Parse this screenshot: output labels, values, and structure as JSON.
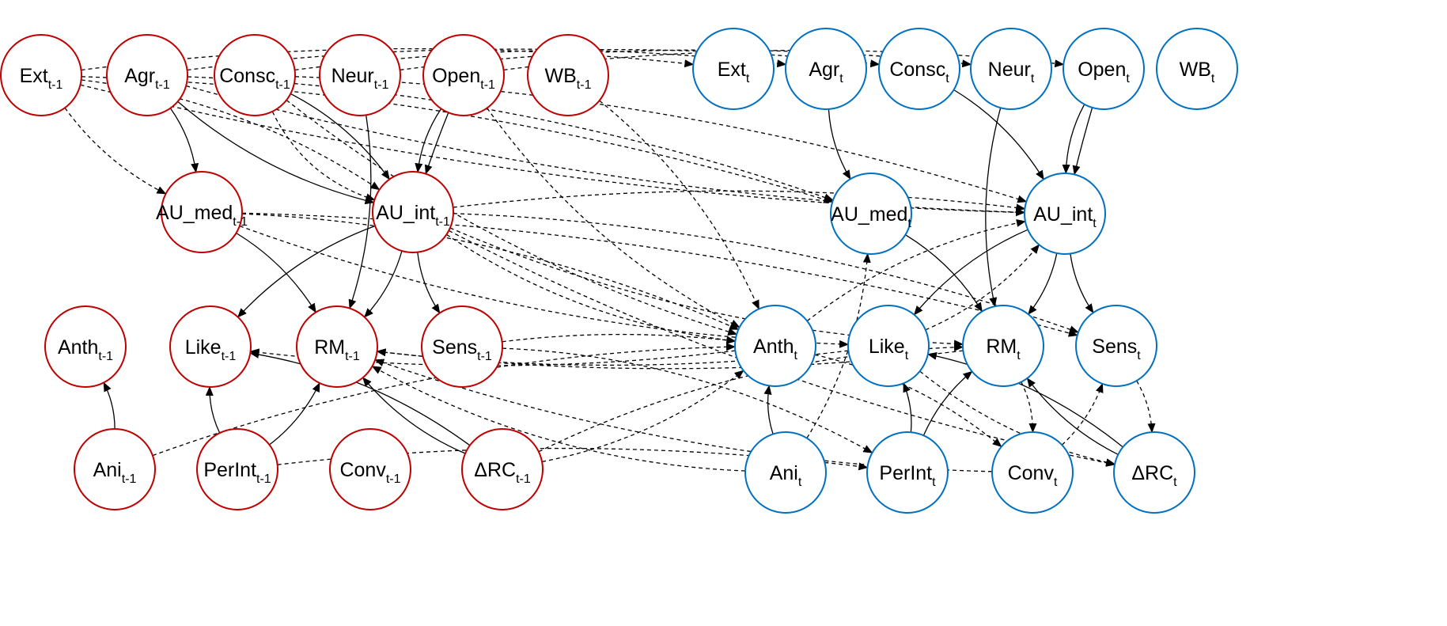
{
  "colors": {
    "t_minus_1": "#C00000",
    "t": "#0070C0",
    "edge": "#000000",
    "background": "#FFFFFF"
  },
  "nodes": [
    {
      "id": "ext_prev",
      "label": "Ext",
      "sub": "t-1",
      "group": "t_minus_1"
    },
    {
      "id": "agr_prev",
      "label": "Agr",
      "sub": "t-1",
      "group": "t_minus_1"
    },
    {
      "id": "consc_prev",
      "label": "Consc",
      "sub": "t-1",
      "group": "t_minus_1"
    },
    {
      "id": "neur_prev",
      "label": "Neur",
      "sub": "t-1",
      "group": "t_minus_1"
    },
    {
      "id": "open_prev",
      "label": "Open",
      "sub": "t-1",
      "group": "t_minus_1"
    },
    {
      "id": "wb_prev",
      "label": "WB",
      "sub": "t-1",
      "group": "t_minus_1"
    },
    {
      "id": "aumed_prev",
      "label": "AU_med",
      "sub": "t-1",
      "group": "t_minus_1"
    },
    {
      "id": "auint_prev",
      "label": "AU_int",
      "sub": "t-1",
      "group": "t_minus_1"
    },
    {
      "id": "anth_prev",
      "label": "Anth",
      "sub": "t-1",
      "group": "t_minus_1"
    },
    {
      "id": "like_prev",
      "label": "Like",
      "sub": "t-1",
      "group": "t_minus_1"
    },
    {
      "id": "rm_prev",
      "label": "RM",
      "sub": "t-1",
      "group": "t_minus_1"
    },
    {
      "id": "sens_prev",
      "label": "Sens",
      "sub": "t-1",
      "group": "t_minus_1"
    },
    {
      "id": "ani_prev",
      "label": "Ani",
      "sub": "t-1",
      "group": "t_minus_1"
    },
    {
      "id": "perint_prev",
      "label": "PerInt",
      "sub": "t-1",
      "group": "t_minus_1"
    },
    {
      "id": "conv_prev",
      "label": "Conv",
      "sub": "t-1",
      "group": "t_minus_1"
    },
    {
      "id": "drc_prev",
      "label": "ΔRC",
      "sub": "t-1",
      "group": "t_minus_1"
    },
    {
      "id": "ext_t",
      "label": "Ext",
      "sub": "t",
      "group": "t"
    },
    {
      "id": "agr_t",
      "label": "Agr",
      "sub": "t",
      "group": "t"
    },
    {
      "id": "consc_t",
      "label": "Consc",
      "sub": "t",
      "group": "t"
    },
    {
      "id": "neur_t",
      "label": "Neur",
      "sub": "t",
      "group": "t"
    },
    {
      "id": "open_t",
      "label": "Open",
      "sub": "t",
      "group": "t"
    },
    {
      "id": "wb_t",
      "label": "WB",
      "sub": "t",
      "group": "t"
    },
    {
      "id": "aumed_t",
      "label": "AU_med",
      "sub": "t",
      "group": "t"
    },
    {
      "id": "auint_t",
      "label": "AU_int",
      "sub": "t",
      "group": "t"
    },
    {
      "id": "anth_t",
      "label": "Anth",
      "sub": "t",
      "group": "t"
    },
    {
      "id": "like_t",
      "label": "Like",
      "sub": "t",
      "group": "t"
    },
    {
      "id": "rm_t",
      "label": "RM",
      "sub": "t",
      "group": "t"
    },
    {
      "id": "sens_t",
      "label": "Sens",
      "sub": "t",
      "group": "t"
    },
    {
      "id": "ani_t",
      "label": "Ani",
      "sub": "t",
      "group": "t"
    },
    {
      "id": "perint_t",
      "label": "PerInt",
      "sub": "t",
      "group": "t"
    },
    {
      "id": "conv_t",
      "label": "Conv",
      "sub": "t",
      "group": "t"
    },
    {
      "id": "drc_t",
      "label": "ΔRC",
      "sub": "t",
      "group": "t"
    }
  ],
  "edges": [
    {
      "from": "ext_prev",
      "to": "ext_t",
      "style": "dashed"
    },
    {
      "from": "agr_prev",
      "to": "agr_t",
      "style": "dashed"
    },
    {
      "from": "consc_prev",
      "to": "consc_t",
      "style": "dashed"
    },
    {
      "from": "neur_prev",
      "to": "neur_t",
      "style": "dashed"
    },
    {
      "from": "open_prev",
      "to": "open_t",
      "style": "dashed"
    },
    {
      "from": "agr_prev",
      "to": "aumed_prev",
      "style": "solid"
    },
    {
      "from": "agr_prev",
      "to": "auint_prev",
      "style": "solid"
    },
    {
      "from": "consc_prev",
      "to": "auint_prev",
      "style": "solid"
    },
    {
      "from": "open_prev",
      "to": "auint_prev",
      "style": "solid"
    },
    {
      "from": "open_prev",
      "to": "auint_prev",
      "style": "solid"
    },
    {
      "from": "ext_prev",
      "to": "aumed_prev",
      "style": "dashed"
    },
    {
      "from": "ext_prev",
      "to": "auint_prev",
      "style": "dashed"
    },
    {
      "from": "consc_prev",
      "to": "auint_prev",
      "style": "dashed"
    },
    {
      "from": "aumed_prev",
      "to": "rm_prev",
      "style": "solid"
    },
    {
      "from": "auint_prev",
      "to": "like_prev",
      "style": "solid"
    },
    {
      "from": "auint_prev",
      "to": "rm_prev",
      "style": "solid"
    },
    {
      "from": "auint_prev",
      "to": "sens_prev",
      "style": "solid"
    },
    {
      "from": "neur_prev",
      "to": "rm_prev",
      "style": "solid"
    },
    {
      "from": "ani_prev",
      "to": "anth_prev",
      "style": "solid"
    },
    {
      "from": "perint_prev",
      "to": "like_prev",
      "style": "solid"
    },
    {
      "from": "perint_prev",
      "to": "rm_prev",
      "style": "solid"
    },
    {
      "from": "drc_prev",
      "to": "rm_prev",
      "style": "solid"
    },
    {
      "from": "drc_prev",
      "to": "like_prev",
      "style": "solid"
    },
    {
      "from": "ext_prev",
      "to": "aumed_t",
      "style": "dashed"
    },
    {
      "from": "ext_prev",
      "to": "auint_t",
      "style": "dashed"
    },
    {
      "from": "agr_prev",
      "to": "aumed_t",
      "style": "dashed"
    },
    {
      "from": "agr_prev",
      "to": "auint_t",
      "style": "dashed"
    },
    {
      "from": "consc_prev",
      "to": "auint_t",
      "style": "dashed"
    },
    {
      "from": "open_prev",
      "to": "anth_t",
      "style": "dashed"
    },
    {
      "from": "wb_prev",
      "to": "anth_t",
      "style": "dashed"
    },
    {
      "from": "auint_prev",
      "to": "anth_t",
      "style": "dashed"
    },
    {
      "from": "auint_prev",
      "to": "auint_t",
      "style": "dashed"
    },
    {
      "from": "auint_prev",
      "to": "rm_t",
      "style": "dashed"
    },
    {
      "from": "aumed_prev",
      "to": "anth_t",
      "style": "dashed"
    },
    {
      "from": "aumed_prev",
      "to": "like_t",
      "style": "dashed"
    },
    {
      "from": "aumed_prev",
      "to": "sens_t",
      "style": "dashed"
    },
    {
      "from": "consc_prev",
      "to": "anth_t",
      "style": "dashed"
    },
    {
      "from": "auint_prev",
      "to": "sens_t",
      "style": "dashed"
    },
    {
      "from": "auint_prev",
      "to": "drc_t",
      "style": "dashed"
    },
    {
      "from": "anth_t",
      "to": "auint_t",
      "style": "dashed"
    },
    {
      "from": "anth_t",
      "to": "like_prev",
      "style": "dashed"
    },
    {
      "from": "anth_t",
      "to": "conv_t",
      "style": "dashed"
    },
    {
      "from": "like_t",
      "to": "auint_t",
      "style": "dashed"
    },
    {
      "from": "like_t",
      "to": "rm_prev",
      "style": "dashed"
    },
    {
      "from": "like_t",
      "to": "drc_t",
      "style": "dashed"
    },
    {
      "from": "rm_t",
      "to": "conv_t",
      "style": "dashed"
    },
    {
      "from": "rm_t",
      "to": "rm_prev",
      "style": "dashed"
    },
    {
      "from": "sens_t",
      "to": "drc_t",
      "style": "dashed"
    },
    {
      "from": "ani_t",
      "to": "aumed_t",
      "style": "dashed"
    },
    {
      "from": "ani_t",
      "to": "rm_prev",
      "style": "dashed"
    },
    {
      "from": "conv_t",
      "to": "sens_t",
      "style": "dashed"
    },
    {
      "from": "conv_t",
      "to": "rm_prev",
      "style": "dashed"
    },
    {
      "from": "sens_prev",
      "to": "anth_t",
      "style": "dashed"
    },
    {
      "from": "sens_prev",
      "to": "perint_t",
      "style": "dashed"
    },
    {
      "from": "perint_prev",
      "to": "perint_t",
      "style": "dashed"
    },
    {
      "from": "drc_prev",
      "to": "rm_t",
      "style": "dashed"
    },
    {
      "from": "drc_prev",
      "to": "anth_t",
      "style": "dashed"
    },
    {
      "from": "ani_prev",
      "to": "anth_t",
      "style": "dashed"
    },
    {
      "from": "agr_t",
      "to": "aumed_t",
      "style": "solid"
    },
    {
      "from": "consc_t",
      "to": "auint_t",
      "style": "solid"
    },
    {
      "from": "open_t",
      "to": "auint_t",
      "style": "solid"
    },
    {
      "from": "open_t",
      "to": "auint_t",
      "style": "solid"
    },
    {
      "from": "neur_t",
      "to": "rm_t",
      "style": "solid"
    },
    {
      "from": "aumed_t",
      "to": "rm_t",
      "style": "solid"
    },
    {
      "from": "auint_t",
      "to": "like_t",
      "style": "solid"
    },
    {
      "from": "auint_t",
      "to": "rm_t",
      "style": "solid"
    },
    {
      "from": "auint_t",
      "to": "sens_t",
      "style": "solid"
    },
    {
      "from": "ani_t",
      "to": "anth_t",
      "style": "solid"
    },
    {
      "from": "perint_t",
      "to": "like_t",
      "style": "solid"
    },
    {
      "from": "perint_t",
      "to": "rm_t",
      "style": "solid"
    },
    {
      "from": "drc_t",
      "to": "like_t",
      "style": "solid"
    },
    {
      "from": "drc_t",
      "to": "rm_t",
      "style": "solid"
    }
  ]
}
